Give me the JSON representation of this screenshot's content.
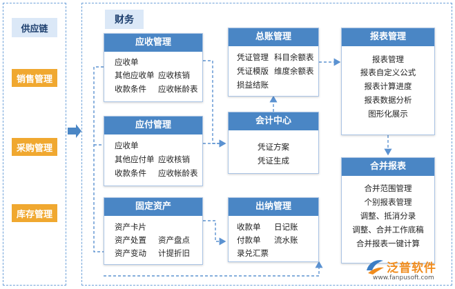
{
  "supply_chain": {
    "title": "供应链",
    "items": [
      "销售管理",
      "采购管理",
      "库存管理"
    ]
  },
  "finance": {
    "title": "财务",
    "receivable": {
      "title": "应收管理",
      "items": [
        "应收单",
        "其他应收单",
        "应收核销",
        "收款条件",
        "应收帐龄表"
      ]
    },
    "payable": {
      "title": "应付管理",
      "items": [
        "应收单",
        "其他应付单",
        "应收核销",
        "收款条件",
        "应收帐龄表"
      ]
    },
    "fixed_assets": {
      "title": "固定资产",
      "items": [
        "资产卡片",
        "资产处置",
        "资产盘点",
        "资产变动",
        "计提折旧"
      ]
    },
    "ledger": {
      "title": "总账管理",
      "items": [
        "凭证管理",
        "科目余额表",
        "凭证模版",
        "维度余额表",
        "损益结账"
      ]
    },
    "accounting_center": {
      "title": "会计中心",
      "items": [
        "凭证方案",
        "凭证生成"
      ]
    },
    "cashier": {
      "title": "出纳管理",
      "items": [
        "收款单",
        "日记账",
        "付款单",
        "流水账",
        "录兑汇票"
      ]
    },
    "reports": {
      "title": "报表管理",
      "items": [
        "报表管理",
        "报表自定义公式",
        "报表计算进度",
        "报表数据分析",
        "图形化展示"
      ]
    },
    "consolidated": {
      "title": "合并报表",
      "items": [
        "合并范围管理",
        "个别报表管理",
        "调整、抵消分录",
        "调整、合并工作底稿",
        "合并报表一键计算"
      ]
    }
  },
  "logo": {
    "name": "泛普软件",
    "url": "www.fanpusoft.com"
  },
  "colors": {
    "accent": "#4a86c5",
    "tag_orange": "#f0a830",
    "panel_dash": "#6a9fd8",
    "logo_orange": "#f08c1e"
  }
}
